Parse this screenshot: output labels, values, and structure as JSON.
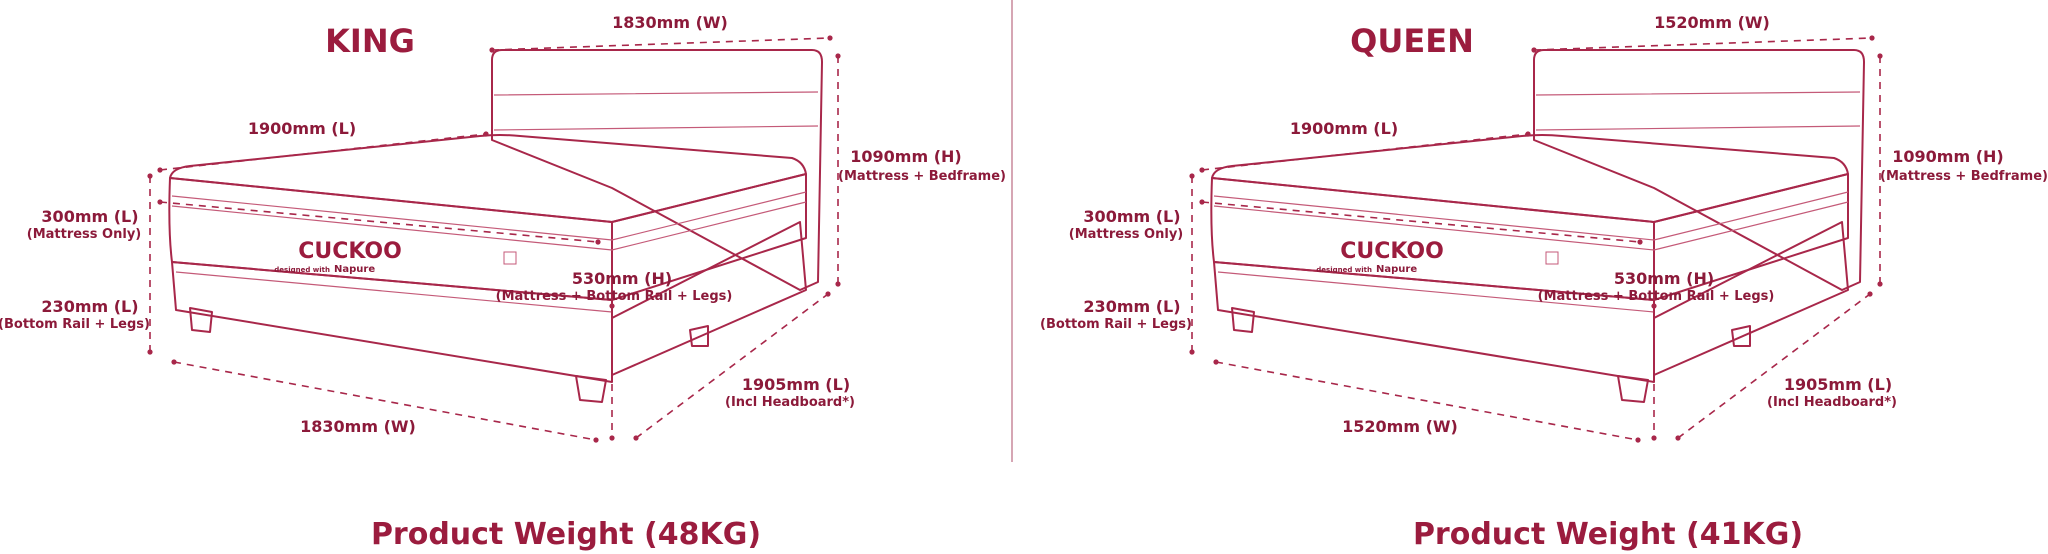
{
  "panels": [
    {
      "title": "KING",
      "width_top": "1830mm (W)",
      "length_side": "1900mm (L)",
      "height_total": "1090mm (H)",
      "height_total_note": "(Mattress + Bedframe)",
      "mattress_height": "300mm (L)",
      "mattress_height_note": "(Mattress Only)",
      "rail_height": "230mm (L)",
      "rail_height_note": "(Bottom Rail + Legs)",
      "front_height": "530mm (H)",
      "front_height_note": "(Mattress + Bottom Rail + Legs)",
      "length_bottom": "1905mm (L)",
      "length_bottom_note": "(Incl Headboard*)",
      "width_bottom": "1830mm (W)",
      "weight": "Product Weight (48KG)"
    },
    {
      "title": "QUEEN",
      "width_top": "1520mm (W)",
      "length_side": "1900mm (L)",
      "height_total": "1090mm (H)",
      "height_total_note": "(Mattress + Bedframe)",
      "mattress_height": "300mm (L)",
      "mattress_height_note": "(Mattress Only)",
      "rail_height": "230mm (L)",
      "rail_height_note": "(Bottom Rail + Legs)",
      "front_height": "530mm (H)",
      "front_height_note": "(Mattress + Bottom Rail + Legs)",
      "length_bottom": "1905mm (L)",
      "length_bottom_note": "(Incl Headboard*)",
      "width_bottom": "1520mm (W)",
      "weight": "Product Weight (41KG)"
    }
  ],
  "brand": {
    "logo": "CUCKOO",
    "tagline": "designed with",
    "partner": "Napure"
  },
  "colors": {
    "accent": "#9b1c3e",
    "fill_light": "#fbe9ee",
    "fill_mid": "#f5d3dd"
  }
}
